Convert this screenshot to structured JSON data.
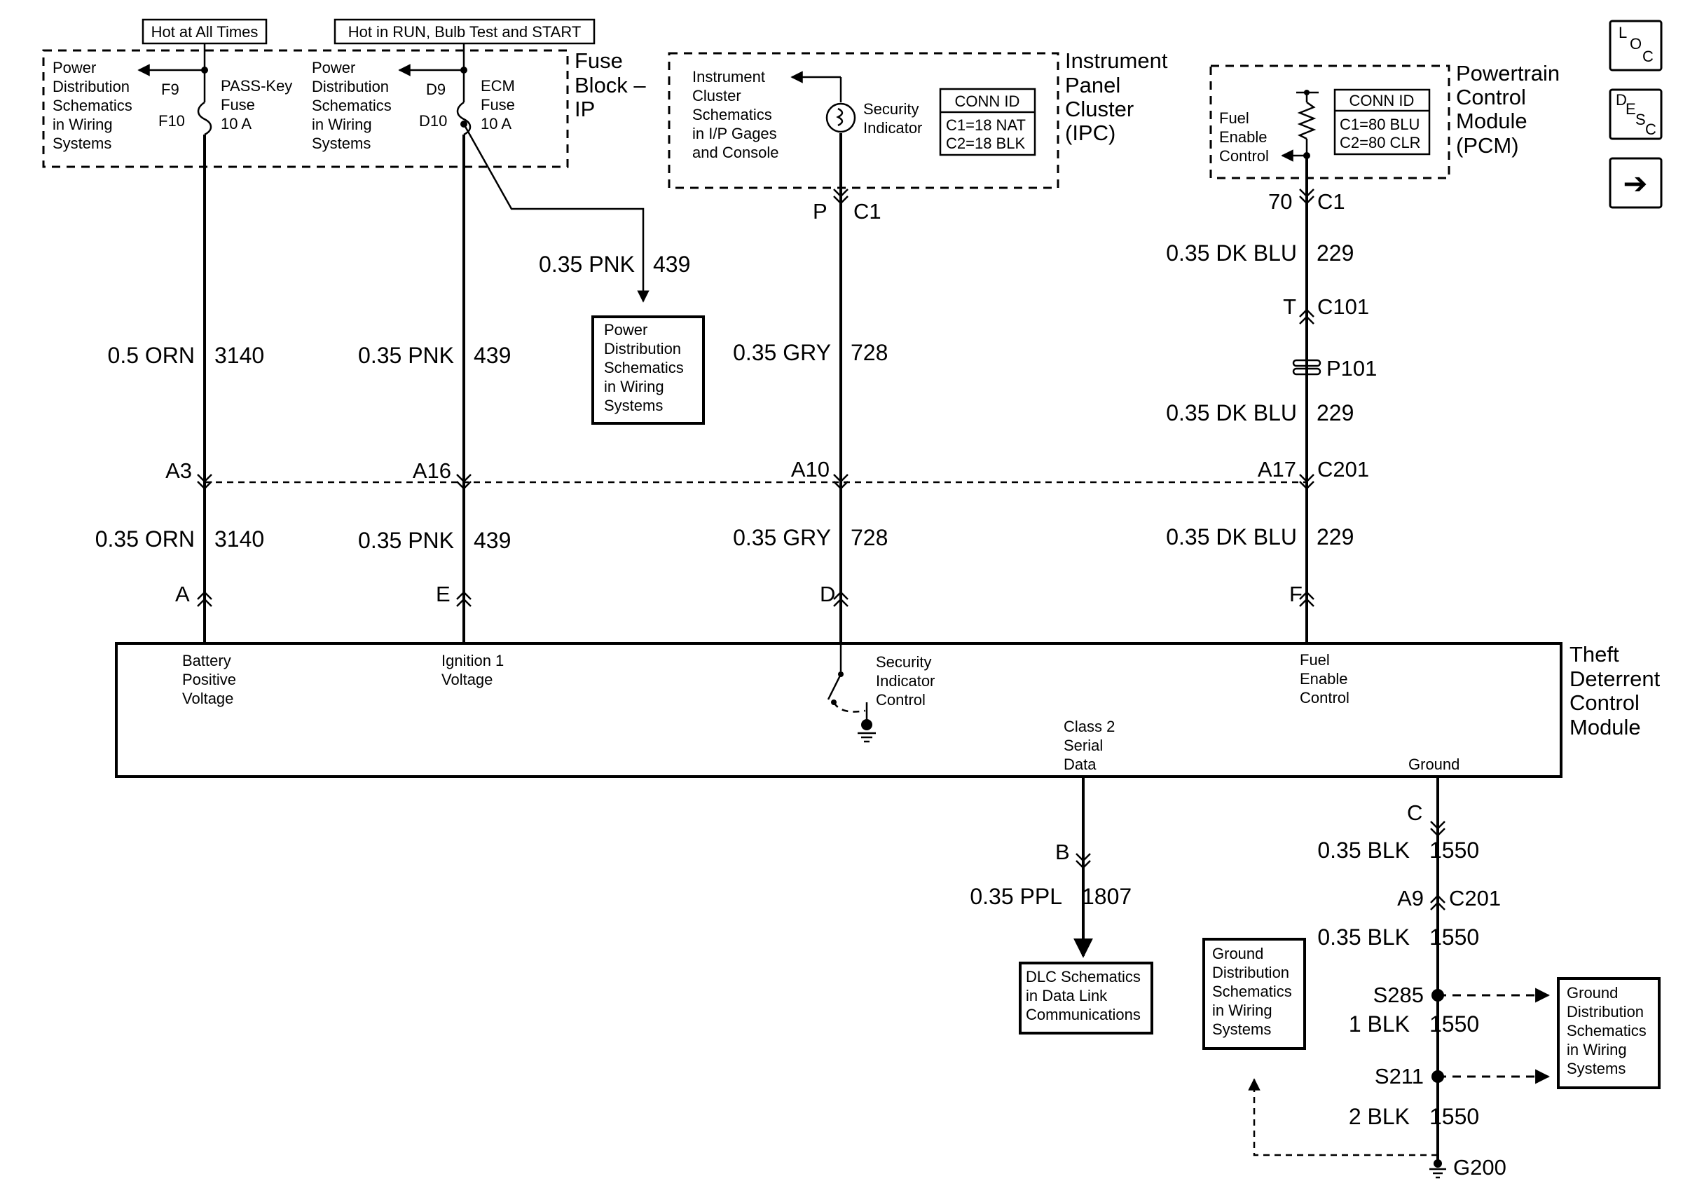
{
  "fuse_block": {
    "hot_all_times": "Hot at All Times",
    "hot_run": "Hot in RUN, Bulb Test and START",
    "title": [
      "Fuse",
      "Block –",
      "IP"
    ],
    "pd_left": [
      "Power",
      "Distribution",
      "Schematics",
      "in Wiring",
      "Systems"
    ],
    "pd_right": [
      "Power",
      "Distribution",
      "Schematics",
      "in Wiring",
      "Systems"
    ],
    "f9": "F9",
    "f10": "F10",
    "d9": "D9",
    "d10": "D10",
    "pass_key": [
      "PASS-Key",
      "Fuse",
      "10 A"
    ],
    "ecm": [
      "ECM",
      "Fuse",
      "10 A"
    ]
  },
  "ipc": {
    "title": [
      "Instrument",
      "Panel",
      "Cluster",
      "(IPC)"
    ],
    "ref": [
      "Instrument",
      "Cluster",
      "Schematics",
      "in I/P Gages",
      "and Console"
    ],
    "security_indicator": [
      "Security",
      "Indicator"
    ],
    "conn_id": "CONN ID",
    "conn_c1": "C1=18 NAT",
    "conn_c2": "C2=18 BLK",
    "pin": "P",
    "conn": "C1"
  },
  "pcm": {
    "title": [
      "Powertrain",
      "Control",
      "Module",
      "(PCM)"
    ],
    "fuel_enable": [
      "Fuel",
      "Enable",
      "Control"
    ],
    "conn_id": "CONN ID",
    "conn_c1": "C1=80 BLU",
    "conn_c2": "C2=80 CLR",
    "pin": "70",
    "conn": "C1"
  },
  "side_buttons": {
    "loc_l": "L",
    "loc_o": "O",
    "loc_c": "C",
    "desc_d": "D",
    "desc_e": "E",
    "desc_s": "S",
    "desc_c": "C",
    "next": "➔"
  },
  "wires": {
    "w3140_upper": {
      "gauge": "0.5 ORN",
      "circuit": "3140"
    },
    "w3140_lower": {
      "gauge": "0.35 ORN",
      "circuit": "3140"
    },
    "w439_upper": {
      "gauge": "0.35 PNK",
      "circuit": "439"
    },
    "w439_lower": {
      "gauge": "0.35 PNK",
      "circuit": "439"
    },
    "w439_branch": {
      "gauge": "0.35 PNK",
      "circuit": "439"
    },
    "w728_upper": {
      "gauge": "0.35 GRY",
      "circuit": "728"
    },
    "w728_lower": {
      "gauge": "0.35 GRY",
      "circuit": "728"
    },
    "w229_a": {
      "gauge": "0.35 DK BLU",
      "circuit": "229"
    },
    "w229_b": {
      "gauge": "0.35 DK BLU",
      "circuit": "229"
    },
    "w229_c": {
      "gauge": "0.35 DK BLU",
      "circuit": "229"
    },
    "w1807": {
      "gauge": "0.35 PPL",
      "circuit": "1807"
    },
    "w1550_a": {
      "gauge": "0.35 BLK",
      "circuit": "1550"
    },
    "w1550_b": {
      "gauge": "0.35 BLK",
      "circuit": "1550"
    },
    "w1550_c": {
      "gauge": "1 BLK",
      "circuit": "1550"
    },
    "w1550_d": {
      "gauge": "2 BLK",
      "circuit": "1550"
    }
  },
  "connectors": {
    "a3": "A3",
    "a16": "A16",
    "a10": "A10",
    "a17": "A17",
    "c201_top": "C201",
    "t": "T",
    "c101": "C101",
    "p101": "P101",
    "a9": "A9",
    "c201_bottom": "C201",
    "s285": "S285",
    "s211": "S211",
    "g200": "G200"
  },
  "module": {
    "title": [
      "Theft",
      "Deterrent",
      "Control",
      "Module"
    ],
    "pin_a": "A",
    "pin_e": "E",
    "pin_d": "D",
    "pin_f": "F",
    "pin_b": "B",
    "pin_c": "C",
    "battery": [
      "Battery",
      "Positive",
      "Voltage"
    ],
    "ignition": [
      "Ignition 1",
      "Voltage"
    ],
    "security_control": [
      "Security",
      "Indicator",
      "Control"
    ],
    "fuel_enable": [
      "Fuel",
      "Enable",
      "Control"
    ],
    "class2": [
      "Class 2",
      "Serial",
      "Data"
    ],
    "ground": "Ground"
  },
  "refs": {
    "pd_box": [
      "Power",
      "Distribution",
      "Schematics",
      "in Wiring",
      "Systems"
    ],
    "dlc_box": [
      "DLC Schematics",
      "in Data Link",
      "Communications"
    ],
    "gd_left": [
      "Ground",
      "Distribution",
      "Schematics",
      "in Wiring",
      "Systems"
    ],
    "gd_right": [
      "Ground",
      "Distribution",
      "Schematics",
      "in Wiring",
      "Systems"
    ]
  }
}
